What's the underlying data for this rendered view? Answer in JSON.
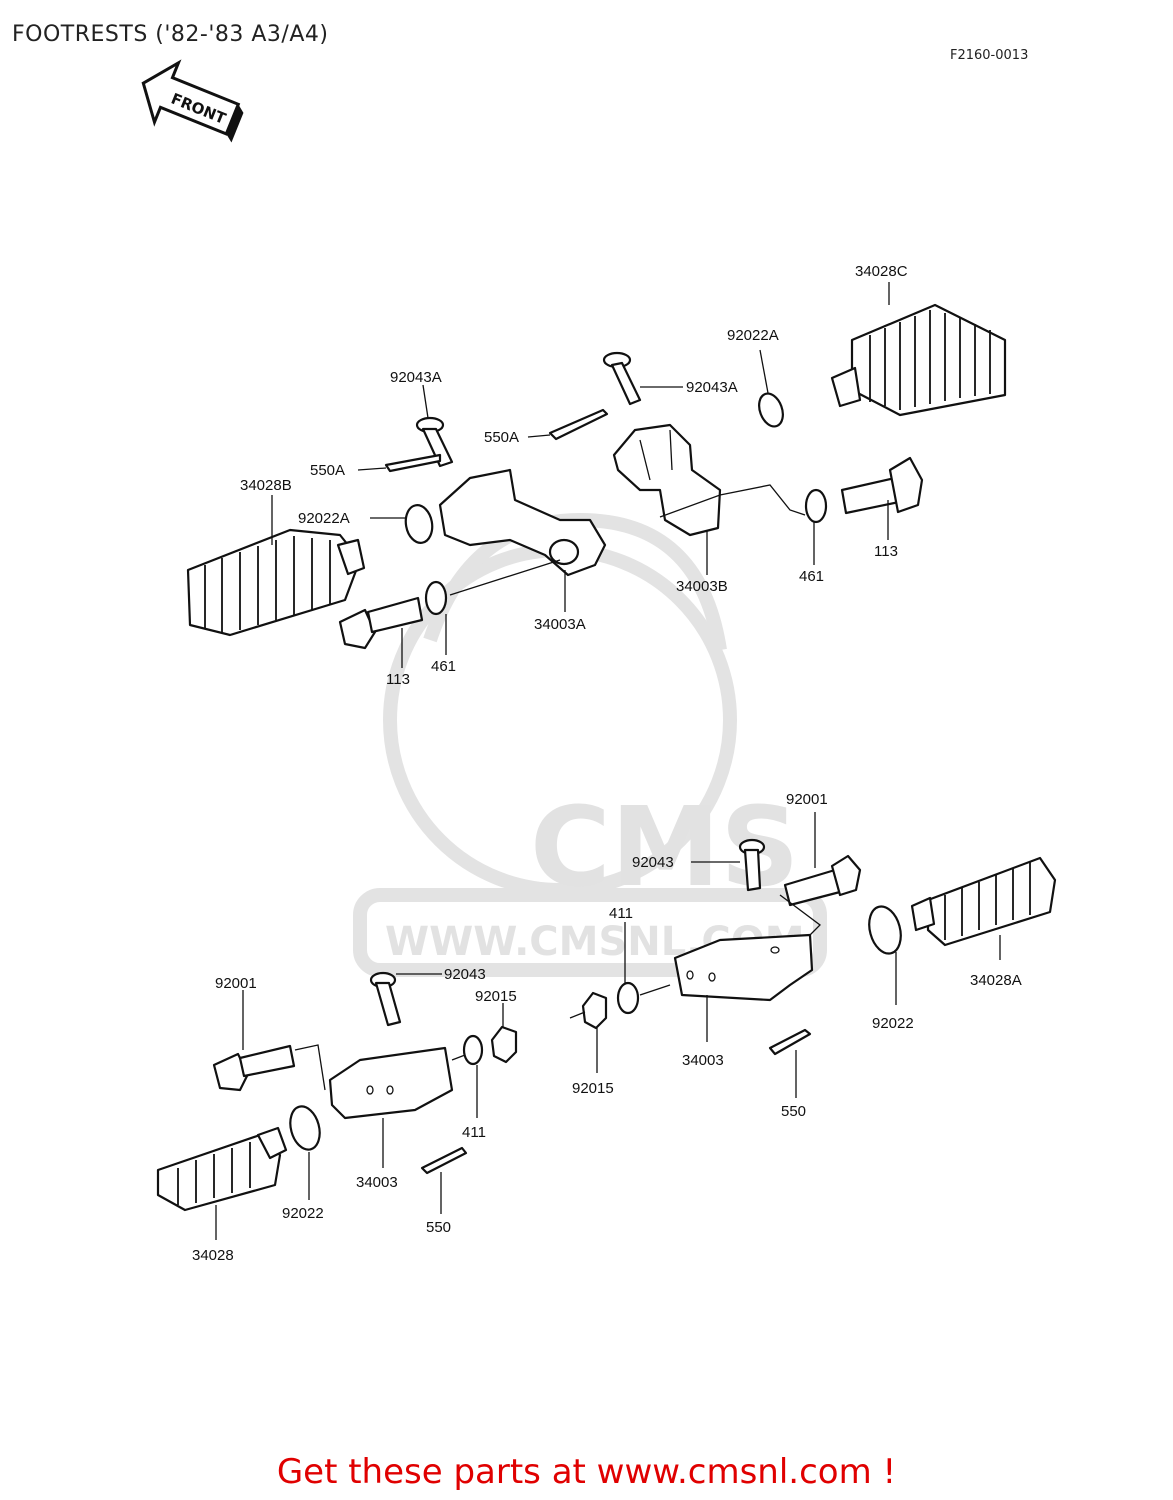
{
  "title": "FOOTRESTS ('82-'83 A3/A4)",
  "figure_code": "F2160-0013",
  "front_arrow_label": "FRONT",
  "watermark": {
    "main": "CMS",
    "url": "WWW.CMSNL.COM"
  },
  "footer": {
    "text": "Get these parts at www.cmsnl.com !"
  },
  "labels": {
    "p34028C": "34028C",
    "p92022A_r": "92022A",
    "p92043A_r": "92043A",
    "p550A_r": "550A",
    "p92043A_l": "92043A",
    "p550A_l": "550A",
    "p34028B": "34028B",
    "p92022A_l": "92022A",
    "p113_r": "113",
    "p34003B": "34003B",
    "p461_r": "461",
    "p34003A": "34003A",
    "p113_l": "113",
    "p461_l": "461",
    "p92001_r": "92001",
    "p92043_r": "92043",
    "p411_r": "411",
    "p92043_l": "92043",
    "p92001_l": "92001",
    "p92015_l": "92015",
    "p34028A": "34028A",
    "p92022_r": "92022",
    "p34003_r": "34003",
    "p92015_r": "92015",
    "p550_r": "550",
    "p411_l": "411",
    "p34003_l": "34003",
    "p92022_l": "92022",
    "p550_l": "550",
    "p34028": "34028"
  }
}
